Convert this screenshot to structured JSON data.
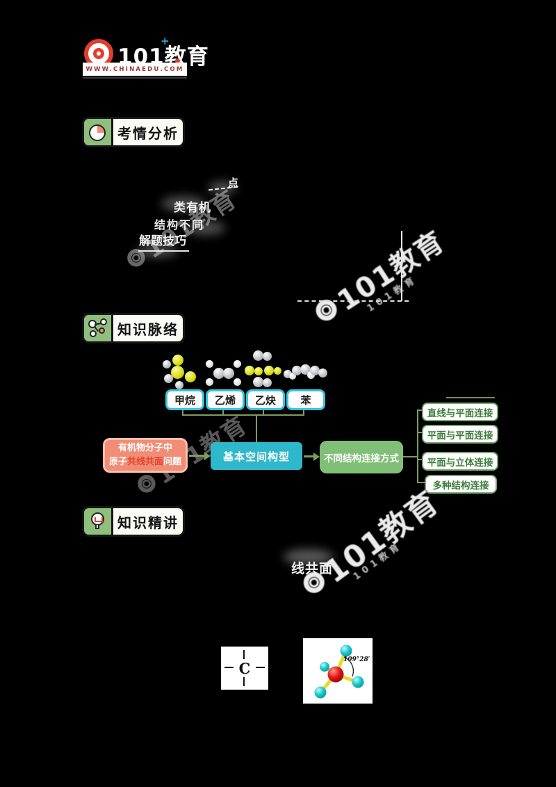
{
  "page": {
    "background": "#000000"
  },
  "logo": {
    "brand": "101教育",
    "plus": "+",
    "url": "WWW.CHINAEDU.COM"
  },
  "watermark": {
    "text": "101教育"
  },
  "sections": {
    "kaoqing": {
      "title": "考情分析",
      "icon": "pie-chart-icon"
    },
    "mailuo": {
      "title": "知识脉络",
      "icon": "molecule-network-icon"
    },
    "jingjiang": {
      "title": "知识精讲",
      "icon": "lightbulb-icon"
    }
  },
  "kaoqing": {
    "frag_dot": "点",
    "frag_line2": "类有机",
    "frag_line3": "结构不同",
    "frag_line4": "解题技巧"
  },
  "jingjiang": {
    "frag": "线共面"
  },
  "mailuo": {
    "molecules": [
      "甲烷",
      "乙烯",
      "乙炔",
      "苯"
    ],
    "flow": {
      "root_line1": "有机物分子中",
      "root_pre": "原子",
      "root_hl": "共线共面",
      "root_post": "问题",
      "mid": "基本空间构型",
      "right": "不同结构连接方式",
      "leaves": [
        "直线与平面连接",
        "平面与平面连接",
        "平面与立体连接",
        "多种结构连接"
      ]
    }
  },
  "bottom": {
    "carbon": "C",
    "angle": "109°28′"
  },
  "colors": {
    "brand_red": "#E43D2D",
    "brand_blue": "#2FA8DF",
    "header_green": "#8FBE7D",
    "pie_slice": "#F08D75",
    "orange_box": "#F18D76",
    "orange_border": "#F8BFA9",
    "highlight_red": "#E5412E",
    "teal_box": "#2FB7CA",
    "green_box": "#81BE77",
    "leaf_border": "#76A96E",
    "leaf_text": "#3E7C3B",
    "cyan_label_border": "#35C6DE",
    "connector_olive": "#7F9C5C",
    "watermark_white": "#FFFFFF"
  }
}
